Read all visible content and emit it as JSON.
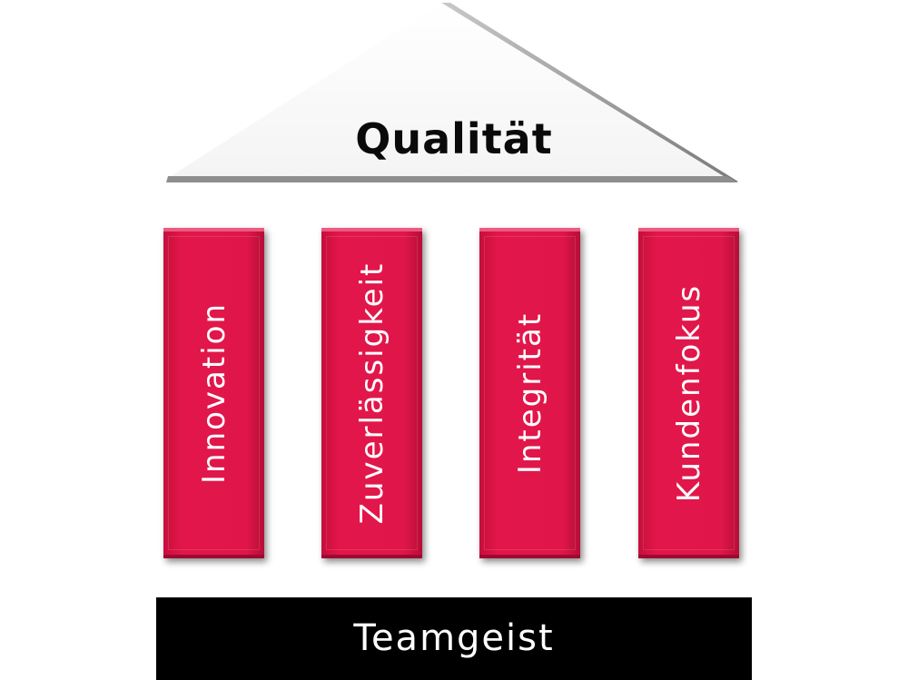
{
  "roof": {
    "title": "Qualität"
  },
  "pillars": [
    {
      "label": "Innovation"
    },
    {
      "label": "Zuverlässigkeit"
    },
    {
      "label": "Integrität"
    },
    {
      "label": "Kundenfokus"
    }
  ],
  "base": {
    "label": "Teamgeist"
  },
  "colors": {
    "pillar": "#e0164a",
    "base": "#000000",
    "roof": "#ffffff"
  }
}
